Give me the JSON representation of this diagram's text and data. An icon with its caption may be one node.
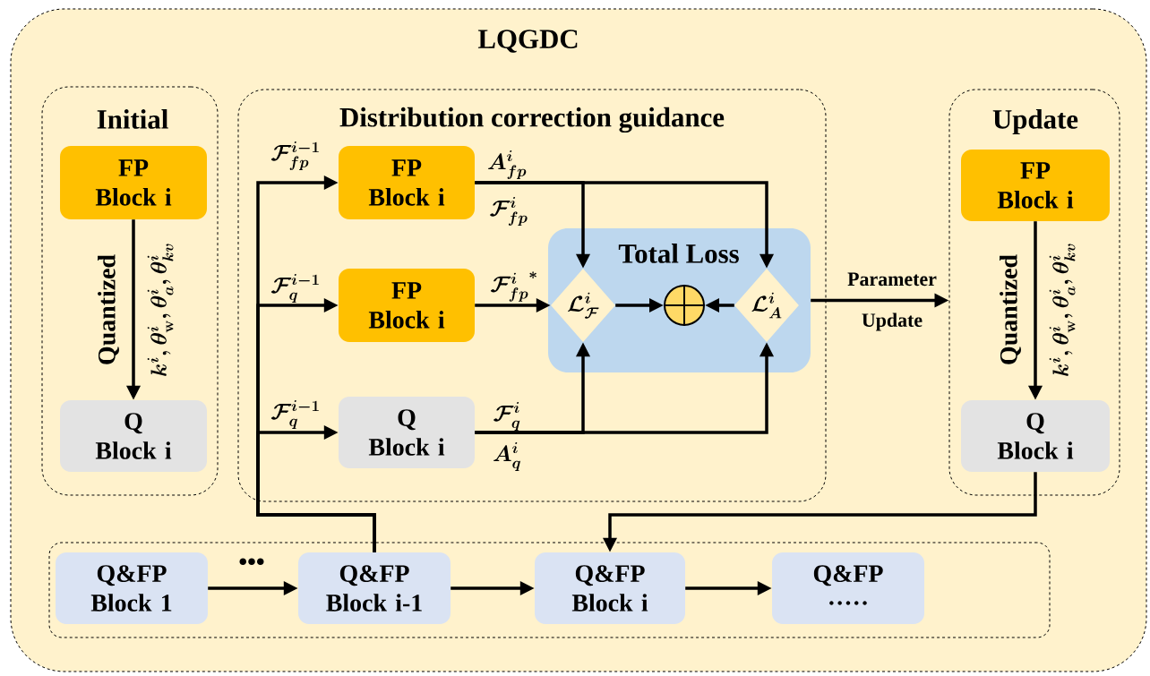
{
  "diagram": {
    "nodes": [
      {
        "text": [
          "LQGDC"
        ]
      },
      {
        "text": [
          "Initial"
        ],
        "in": 0
      },
      {
        "text": [
          "FP Block i"
        ],
        "in": 1
      },
      {
        "text": [
          "Q Block i"
        ],
        "in": 1
      },
      {
        "text": [
          "Distribution correction guidance"
        ],
        "in": 0
      },
      {
        "text": [
          "FP Block i"
        ],
        "in": 4
      },
      {
        "text": [
          "FP Block i"
        ],
        "in": 4
      },
      {
        "text": [
          "Q Block i"
        ],
        "in": 4
      },
      {
        "text": [
          "Total Loss"
        ],
        "in": 4
      },
      {
        "text": [
          "\\mathcal{L}^{i}_{\\mathcal{F}}"
        ],
        "in": 8
      },
      {
        "text": [],
        "shape": "circle",
        "in": 8
      },
      {
        "text": [
          "\\mathcal{L}^{i}_{A}"
        ],
        "in": 8
      },
      {
        "text": [
          "Update"
        ],
        "in": 0
      },
      {
        "text": [
          "FP Block i"
        ],
        "in": 12
      },
      {
        "text": [
          "Q Block i"
        ],
        "in": 12
      },
      {
        "text": [],
        "shape": "box",
        "in": 0
      },
      {
        "text": [
          "Q&FP Block 1"
        ],
        "in": 15
      },
      {
        "text": [
          "Q&FP Block i-1"
        ],
        "in": 15
      },
      {
        "text": [
          "Q&FP Block i"
        ],
        "in": 15
      },
      {
        "text": [
          "Q&FP ·····"
        ],
        "in": 15
      }
    ],
    "edges": [
      {
        "from": 2,
        "to": 3,
        "arrow": "to",
        "label": "Quantized"
      },
      {
        "from": 17,
        "to": 5,
        "arrow": "to",
        "label": "\\mathcal{F}^{i-1}_{fp}"
      },
      {
        "from": 17,
        "to": 6,
        "arrow": "to",
        "label": "\\mathcal{F}^{i-1}_{q}"
      },
      {
        "from": 17,
        "to": 7,
        "arrow": "to",
        "label": "\\mathcal{F}^{i-1}_{q}"
      },
      {
        "from": 5,
        "to": 9,
        "arrow": "to",
        "label": "\\mathcal{F}^{i}_{fp}"
      },
      {
        "from": 5,
        "to": 11,
        "arrow": "to",
        "label": "A^{i}_{fp}"
      },
      {
        "from": 6,
        "to": 9,
        "arrow": "to",
        "label": "{\\mathcal{F}^{i}_{fp}}^{*}"
      },
      {
        "from": 7,
        "to": 9,
        "arrow": "to",
        "label": "\\mathcal{F}^{i}_{q}"
      },
      {
        "from": 7,
        "to": 11,
        "arrow": "to",
        "label": "A^{i}_{q}"
      },
      {
        "from": 9,
        "to": 10,
        "arrow": "to"
      },
      {
        "from": 11,
        "to": 10,
        "arrow": "to"
      },
      {
        "from": 8,
        "to": 12,
        "arrow": "to",
        "label": "Parameter Update"
      },
      {
        "from": 13,
        "to": 14,
        "arrow": "to",
        "label": "Quantized"
      },
      {
        "from": 14,
        "to": 18,
        "arrow": "to"
      },
      {
        "from": 16,
        "to": 17,
        "arrow": "to",
        "label": "•••"
      },
      {
        "from": 17,
        "to": 18,
        "arrow": "to"
      },
      {
        "from": 18,
        "to": 19,
        "arrow": "to"
      }
    ],
    "labels": [
      "k^{i}, \\theta^{i}_{\\mathbf{w}}, \\theta^{i}_{a}, \\theta^{i}_{kv}",
      "k^{i}, \\theta^{i}_{\\mathbf{w}}, \\theta^{i}_{a}, \\theta^{i}_{kv}"
    ]
  }
}
